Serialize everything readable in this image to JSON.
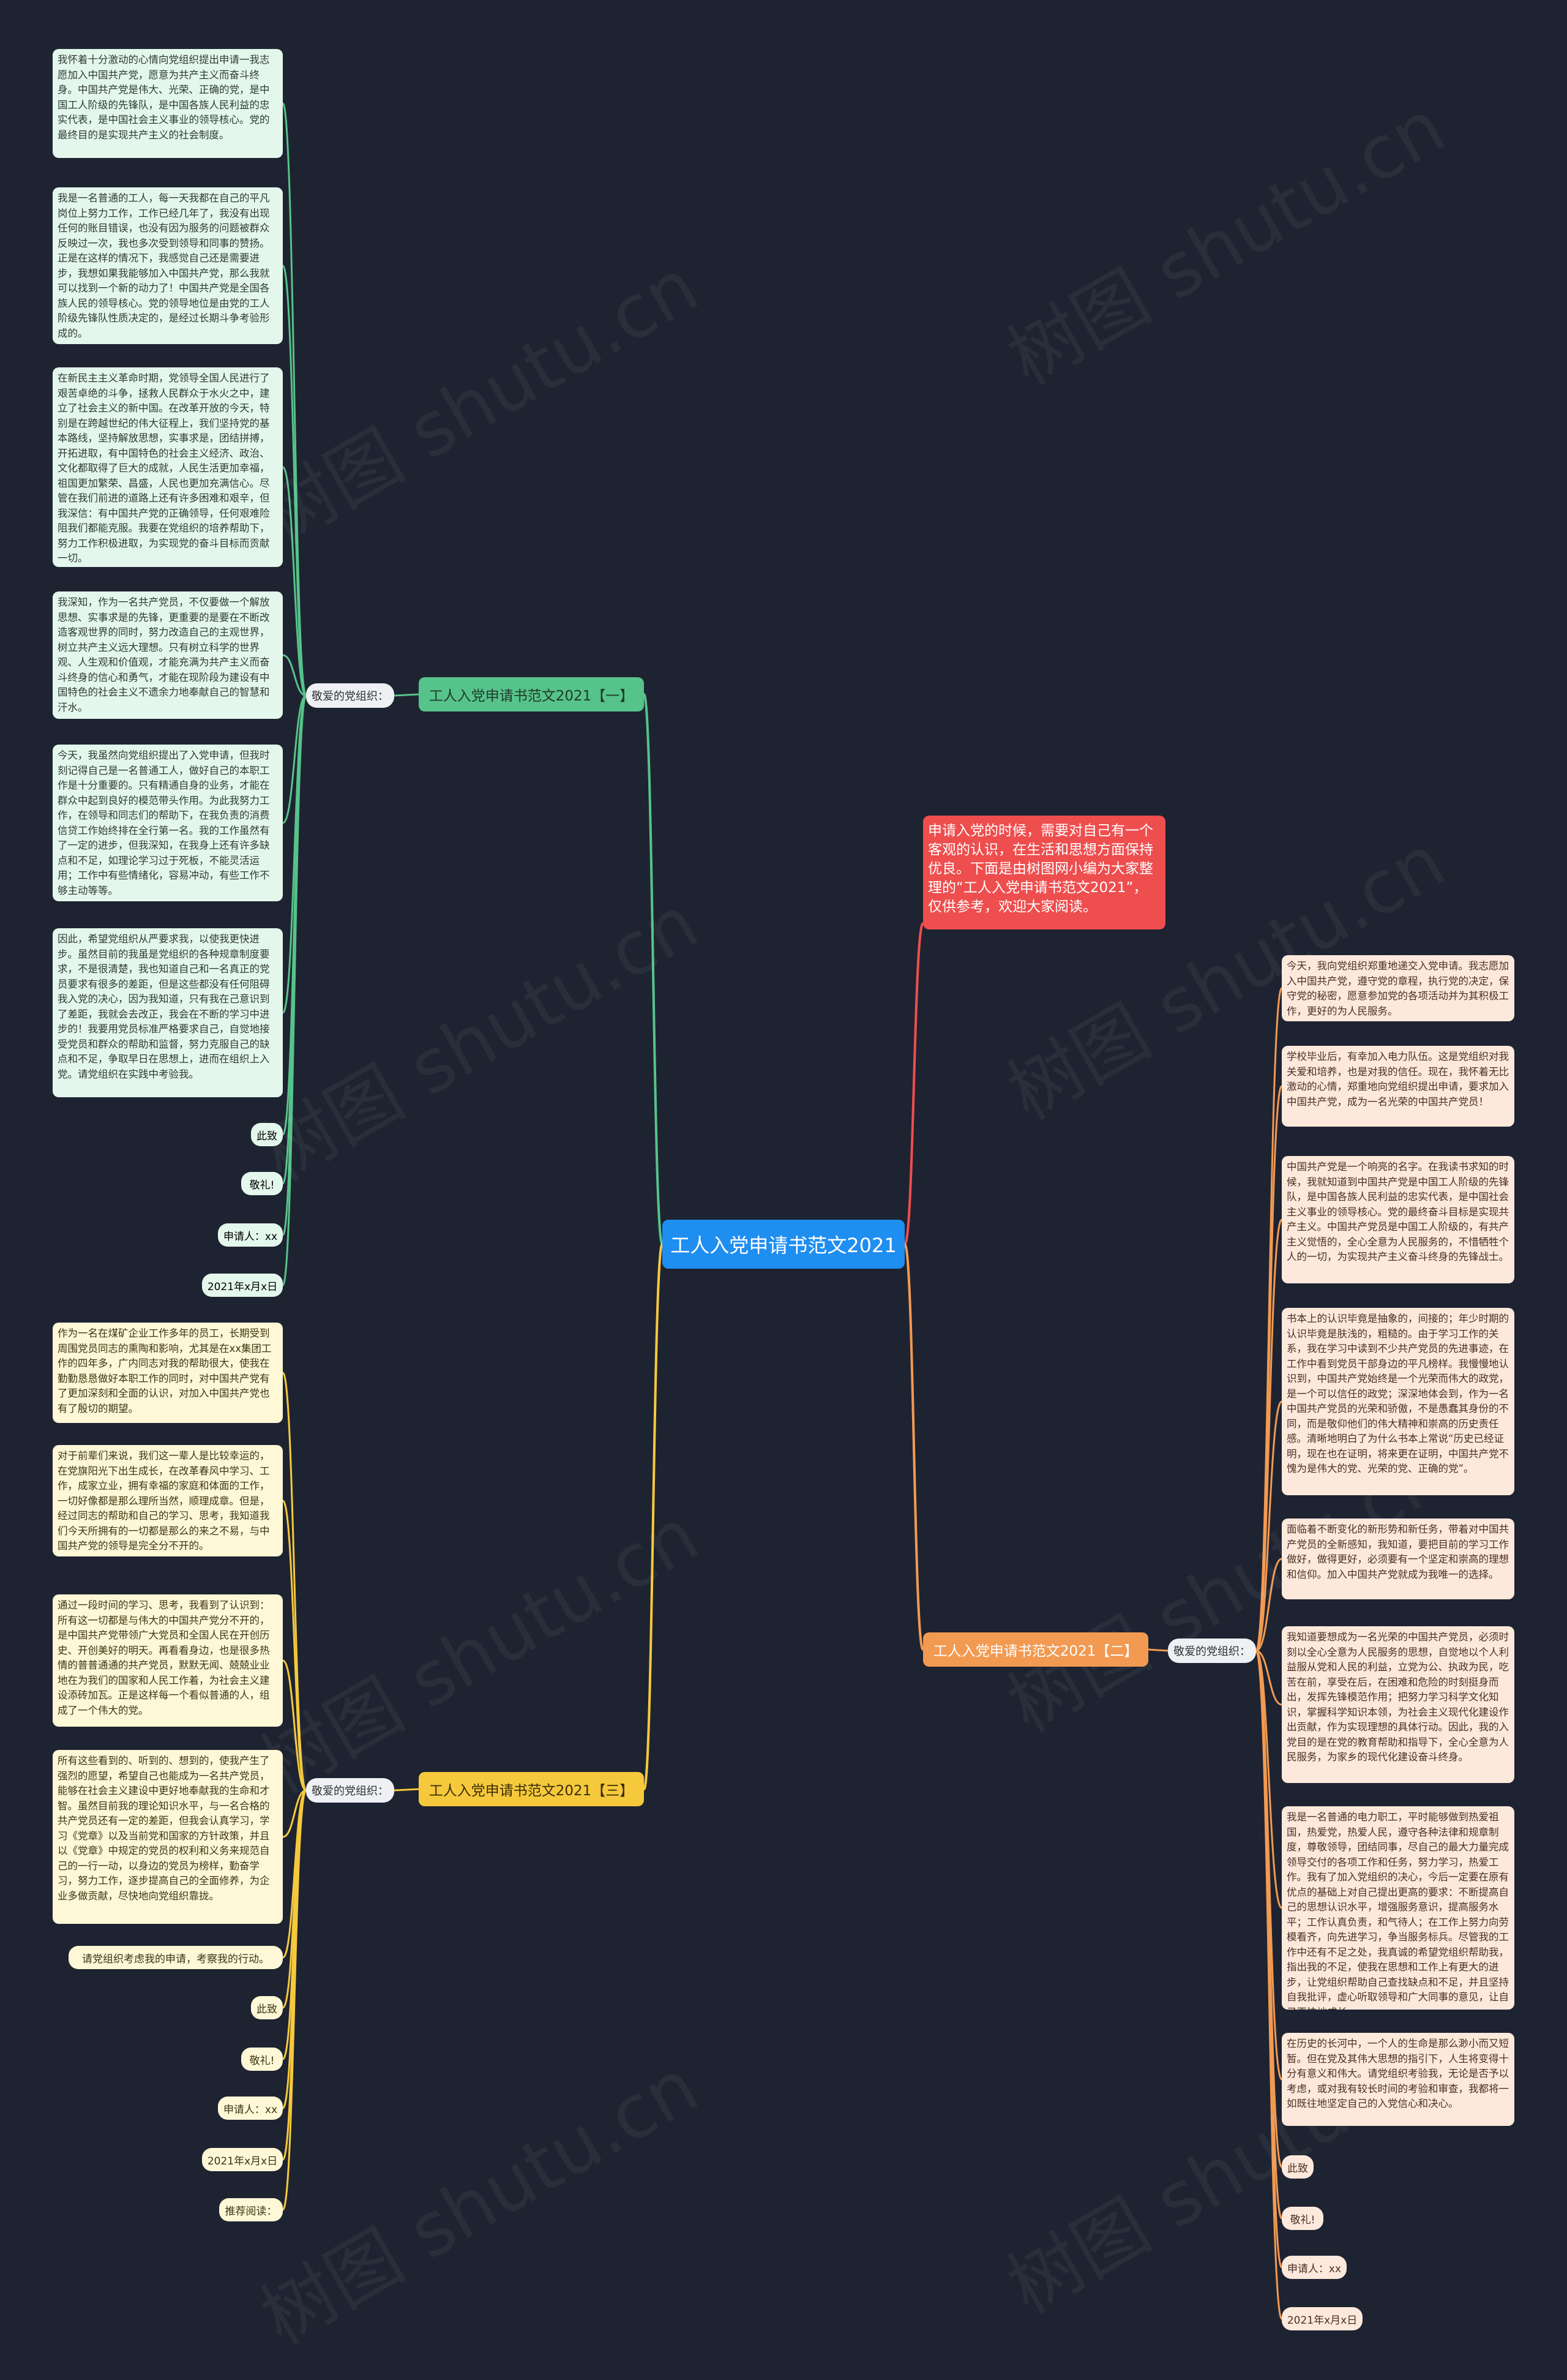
{
  "root": {
    "title": "工人入党申请书范文2021"
  },
  "intro": "申请入党的时候，需要对自己有一个客观的认识，在生活和思想方面保持优良。下面是由树图网小编为大家整理的“工人入党申请书范文2021”，仅供参考，欢迎大家阅读。",
  "watermark": "树图 shutu.cn",
  "branches": [
    {
      "title": "工人入党申请书范文2021【一】",
      "label": "敬爱的党组织：",
      "paragraphs": [
        "我怀着十分激动的心情向党组织提出申请一我志愿加入中国共产党，愿意为共产主义而奋斗终身。中国共产党是伟大、光荣、正确的党，是中国工人阶级的先锋队，是中国各族人民利益的忠实代表，是中国社会主义事业的领导核心。党的最终目的是实现共产主义的社会制度。",
        "我是一名普通的工人，每一天我都在自己的平凡岗位上努力工作，工作已经几年了，我没有出现任何的账目错误，也没有因为服务的问题被群众反映过一次，我也多次受到领导和同事的赞扬。正是在这样的情况下，我感觉自己还是需要进步，我想如果我能够加入中国共产党，那么我就可以找到一个新的动力了！中国共产党是全国各族人民的领导核心。党的领导地位是由党的工人阶级先锋队性质决定的，是经过长期斗争考验形成的。",
        "在新民主主义革命时期，党领导全国人民进行了艰苦卓绝的斗争，拯救人民群众于水火之中，建立了社会主义的新中国。在改革开放的今天，特别是在跨越世纪的伟大征程上，我们坚持党的基本路线，坚持解放思想，实事求是，团结拼搏，开拓进取，有中国特色的社会主义经济、政治、文化都取得了巨大的成就，人民生活更加幸福，祖国更加繁荣、昌盛，人民也更加充满信心。尽管在我们前进的道路上还有许多困难和艰辛，但我深信：有中国共产党的正确领导，任何艰难险阻我们都能克服。我要在党组织的培养帮助下，努力工作积极进取，为实现党的奋斗目标而贡献一切。",
        "我深知，作为一名共产党员，不仅要做一个解放思想、实事求是的先锋，更重要的是要在不断改造客观世界的同时，努力改造自己的主观世界，树立共产主义远大理想。只有树立科学的世界观、人生观和价值观，才能充满为共产主义而奋斗终身的信心和勇气，才能在现阶段为建设有中国特色的社会主义不遗余力地奉献自己的智慧和汗水。",
        "今天，我虽然向党组织提出了入党申请，但我时刻记得自己是一名普通工人，做好自己的本职工作是十分重要的。只有精通自身的业务，才能在群众中起到良好的模范带头作用。为此我努力工作，在领导和同志们的帮助下，在我负责的消费信贷工作始终排在全行第一名。我的工作虽然有了一定的进步，但我深知，在我身上还有许多缺点和不足，如理论学习过于死板，不能灵活运用；工作中有些情绪化，容易冲动，有些工作不够主动等等。",
        "因此，希望党组织从严要求我，以使我更快进步。虽然目前的我虽是党组织的各种规章制度要求，不是很清楚，我也知道自己和一名真正的党员要求有很多的差距，但是这些都没有任何阻碍我入党的决心，因为我知道，只有我在己意识到了差距，我就会去改正，我会在不断的学习中进步的！我要用党员标准严格要求自己，自觉地接受党员和群众的帮助和监督，努力克服自己的缺点和不足，争取早日在思想上，进而在组织上入党。请党组织在实践中考验我。"
      ],
      "closings": [
        "此致",
        "敬礼!",
        "申请人：xx",
        "2021年x月x日"
      ]
    },
    {
      "title": "工人入党申请书范文2021【二】",
      "label": "敬爱的党组织：",
      "paragraphs": [
        "今天，我向党组织郑重地递交入党申请。我志愿加入中国共产党，遵守党的章程，执行党的决定，保守党的秘密，愿意参加党的各项活动并为其积极工作，更好的为人民服务。",
        "学校毕业后，有幸加入电力队伍。这是党组织对我关爱和培养，也是对我的信任。现在，我怀着无比激动的心情，郑重地向党组织提出申请，要求加入中国共产党，成为一名光荣的中国共产党员！",
        "中国共产党是一个响亮的名字。在我读书求知的时候，我就知道到中国共产党是中国工人阶级的先锋队，是中国各族人民利益的忠实代表，是中国社会主义事业的领导核心。党的最终奋斗目标是实现共产主义。中国共产党员是中国工人阶级的，有共产主义觉悟的，全心全意为人民服务的，不惜牺牲个人的一切，为实现共产主义奋斗终身的先锋战士。",
        "书本上的认识毕竟是抽象的，间接的；年少时期的认识毕竟是肤浅的，粗糙的。由于学习工作的关系，我在学习中读到不少共产党员的先进事迹，在工作中看到党员干部身边的平凡榜样。我慢慢地认识到，中国共产党始终是一个光荣而伟大的政党，是一个可以信任的政党；深深地体会到，作为一名中国共产党员的光荣和骄傲，不是愚蠢其身份的不同，而是敬仰他们的伟大精神和崇高的历史责任感。清晰地明白了为什么书本上常说“历史已经证明，现在也在证明，将来更在证明，中国共产党不愧为是伟大的党、光荣的党、正确的党”。",
        "面临着不断变化的新形势和新任务，带着对中国共产党员的全新感知，我知道，要把目前的学习工作做好，做得更好，必须要有一个坚定和崇高的理想和信仰。加入中国共产党就成为我唯一的选择。",
        "我知道要想成为一名光荣的中国共产党员，必须时刻以全心全意为人民服务的思想，自觉地以个人利益服从党和人民的利益，立党为公、执政为民，吃苦在前，享受在后，在困难和危险的时刻挺身而出，发挥先锋模范作用；把努力学习科学文化知识，掌握科学知识本领，为社会主义现代化建设作出贡献，作为实现理想的具体行动。因此，我的入党目的是在党的教育帮助和指导下，全心全意为人民服务，为家乡的现代化建设奋斗终身。",
        "我是一名普通的电力职工，平时能够做到热爱祖国，热爱党，热爱人民，遵守各种法律和规章制度，尊敬领导，团结同事，尽自己的最大力量完成领导交付的各项工作和任务，努力学习，热爱工作。我有了加入党组织的决心，今后一定要在原有优点的基础上对自己提出更高的要求：不断提高自己的思想认识水平，增强服务意识，提高服务水平；工作认真负责，和气待人；在工作上努力向劳模看齐，向先进学习，争当服务标兵。尽管我的工作中还有不足之处，我真诚的希望党组织帮助我，指出我的不足，使我在思想和工作上有更大的进步，让党组织帮助自己查找缺点和不足，并且坚持自我批评，虚心听取领导和广大同事的意见，让自己更快地成长。",
        "在历史的长河中，一个人的生命是那么渺小而又短暂。但在党及其伟大思想的指引下，人生将变得十分有意义和伟大。请党组织考验我，无论是否予以考虑，或对我有较长时间的考验和审查，我都将一如既往地坚定自己的入党信心和决心。"
      ],
      "closings": [
        "此致",
        "敬礼!",
        "申请人：xx",
        "2021年x月x日"
      ]
    },
    {
      "title": "工人入党申请书范文2021【三】",
      "label": "敬爱的党组织：",
      "paragraphs": [
        "作为一名在煤矿企业工作多年的员工，长期受到周围党员同志的熏陶和影响，尤其是在xx集团工作的四年多，广内同志对我的帮助很大，使我在勤勤恳恳做好本职工作的同时，对中国共产党有了更加深刻和全面的认识，对加入中国共产党也有了殷切的期望。",
        "对于前辈们来说，我们这一辈人是比较幸运的，在党旗阳光下出生成长，在改革春风中学习、工作，成家立业，拥有幸福的家庭和体面的工作，一切好像都是那么理所当然，顺理成章。但是，经过同志的帮助和自己的学习、思考，我知道我们今天所拥有的一切都是那么的来之不易，与中国共产党的领导是完全分不开的。",
        "通过一段时间的学习、思考，我看到了认识到：所有这一切都是与伟大的中国共产党分不开的，是中国共产党带领广大党员和全国人民在开创历史、开创美好的明天。再看看身边，也是很多热情的普普通通的共产党员，默默无闻、兢兢业业地在为我们的国家和人民工作着，为社会主义建设添砖加瓦。正是这样每一个看似普通的人，组成了一个伟大的党。",
        "所有这些看到的、听到的、想到的，使我产生了强烈的愿望，希望自己也能成为一名共产党员，能够在社会主义建设中更好地奉献我的生命和才智。虽然目前我的理论知识水平，与一名合格的共产党员还有一定的差距，但我会认真学习，学习《党章》以及当前党和国家的方针政策，并且以《党章》中规定的党员的权利和义务来规范自己的一行一动，以身边的党员为榜样，勤奋学习，努力工作，逐步提高自己的全面修养，为企业多做贡献，尽快地向党组织靠拢。",
        "请党组织考虑我的申请，考察我的行动。"
      ],
      "closings": [
        "此致",
        "敬礼!",
        "申请人：xx",
        "2021年x月x日",
        "推荐阅读："
      ]
    }
  ]
}
